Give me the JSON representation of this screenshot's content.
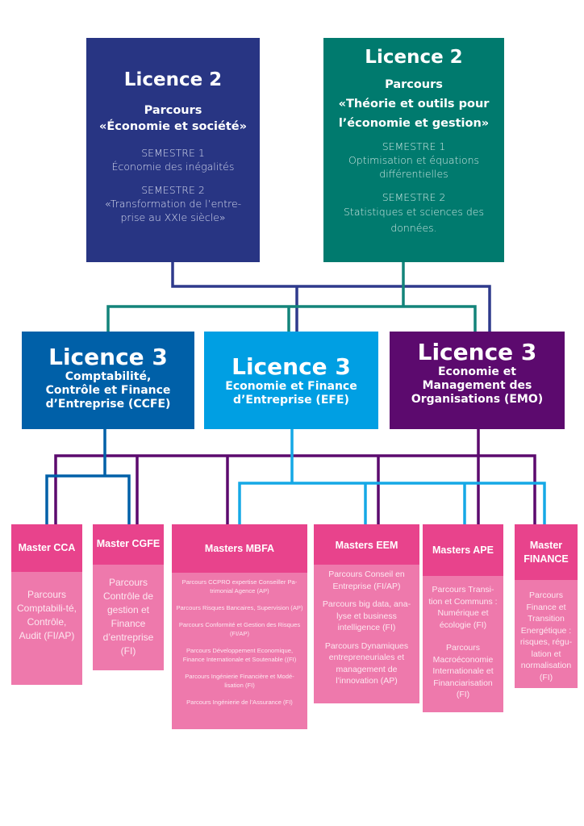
{
  "colors": {
    "l2_left": "#283583",
    "l2_right": "#007A6E",
    "l3_ccfe": "#0060A8",
    "l3_efe": "#009FE3",
    "l3_emo": "#5C0A6E",
    "master_header": "#E8438C",
    "master_body": "#EE79AC"
  },
  "licence2": [
    {
      "title": "Licence 2",
      "parcours_label": "Parcours",
      "parcours_name": "«Économie et société»",
      "semesters": [
        {
          "label": "SEMESTRE 1",
          "content": "Économie des inégalités"
        },
        {
          "label": "SEMESTRE 2",
          "content": "«Transformation de l’entre-prise au XXIe siècle»"
        }
      ]
    },
    {
      "title": "Licence 2",
      "parcours_label": "Parcours",
      "parcours_name": "«Théorie et outils pour l’économie et gestion»",
      "semesters": [
        {
          "label": "SEMESTRE 1",
          "content": "Optimisation et équations différentielles"
        },
        {
          "label": "SEMESTRE 2",
          "content": "Statistiques et sciences des données."
        }
      ]
    }
  ],
  "licence3": [
    {
      "title": "Licence 3",
      "subtitle": "Comptabilité, Contrôle et Finance d’Entreprise (CCFE)"
    },
    {
      "title": "Licence 3",
      "subtitle": "Economie et Finance d’Entreprise (EFE)"
    },
    {
      "title": "Licence 3",
      "subtitle": "Economie et Management des Organisations (EMO)"
    }
  ],
  "masters": [
    {
      "title": "Master CCA",
      "parcours": [
        "Parcours Comptabili-té, Contrôle, Audit (FI/AP)"
      ]
    },
    {
      "title": "Master CGFE",
      "parcours": [
        "Parcours Contrôle de gestion et Finance d’entreprise (FI)"
      ]
    },
    {
      "title": "Masters MBFA",
      "parcours": [
        "Parcours CCPRO expertise Conseiller Pa-trimonial Agence (AP)",
        "Parcours Risques Bancaires, Supervision (AP)",
        "Parcours Conformité et Gestion des Risques (FI/AP)",
        "Parcours Développement Economique, Finance Internationale et Soutenable ((FI)",
        "Parcours Ingénierie Financière et Modé-lisation (FI)",
        "Parcours Ingénierie de l’Assurance (FI)"
      ]
    },
    {
      "title": "Masters EEM",
      "parcours": [
        "Parcours Conseil en Entreprise (FI/AP)",
        "Parcours big data, ana-lyse et business intelligence (FI)",
        "Parcours Dynamiques entrepreneuriales et management de l’innovation (AP)"
      ]
    },
    {
      "title": "Masters APE",
      "parcours": [
        "Parcours Transi-tion et Communs : Numérique et écologie (FI)",
        "Parcours Macroéconomie Internationale et Financiarisation (FI)"
      ]
    },
    {
      "title": "Master FINANCE",
      "parcours": [
        "Parcours Finance et Transition Energétique : risques, régu-lation et normalisation (FI)"
      ]
    }
  ]
}
